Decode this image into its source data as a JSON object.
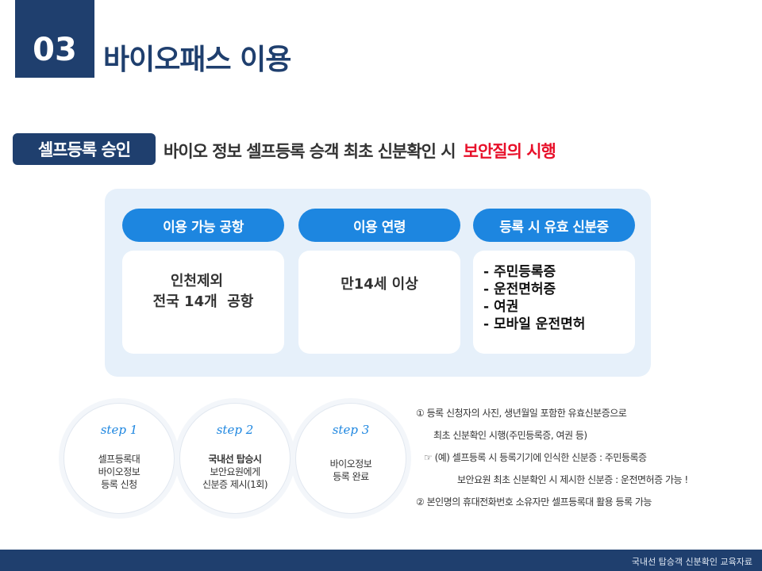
{
  "header": {
    "number": "03",
    "title": "바이오패스 이용"
  },
  "badge": {
    "label": "셀프등록 승인"
  },
  "headline": {
    "text": "바이오 정보 셀프등록 승객 최초 신분확인 시",
    "highlight": "보안질의 시행",
    "highlight_color": "#e8102a"
  },
  "categories": [
    {
      "title": "이용 가능 공항",
      "lines": [
        "인천제외",
        "전국 14개  공항"
      ]
    },
    {
      "title": "이용 연령",
      "lines": [
        "만14세 이상"
      ]
    },
    {
      "title": "등록 시 유효 신분증",
      "lines": [
        "- 주민등록증",
        "- 운전면허증",
        "- 여권",
        "- 모바일 운전면허"
      ]
    }
  ],
  "steps": [
    {
      "label": "step 1",
      "lines": [
        "셀프등록대",
        "바이오정보",
        "등록 신청"
      ]
    },
    {
      "label": "step 2",
      "lines": [
        "국내선 탑승시",
        "보안요원에게",
        "신분증 제시(1회)"
      ]
    },
    {
      "label": "step 3",
      "lines": [
        "바이오정보",
        "등록 완료"
      ]
    }
  ],
  "notes": [
    "① 등록 신청자의 사진, 생년월일 포함한 유효신분증으로",
    "최초 신분확인 시행(주민등록증, 여권 등)",
    "☞ (예) 셀프등록 시 등록기기에 인식한 신분증 : 주민등록증",
    "보안요원 최초 신분확인 시 제시한 신분증 : 운전면허증 가능 !",
    "② 본인명의 휴대전화번호 소유자만 셀프등록대 활용 등록 가능"
  ],
  "footer": {
    "text": "국내선 탑승객 신분확인 교육자료"
  },
  "colors": {
    "navy": "#1f3f6e",
    "blue": "#1d86e0",
    "panel": "#e6f0fa"
  }
}
